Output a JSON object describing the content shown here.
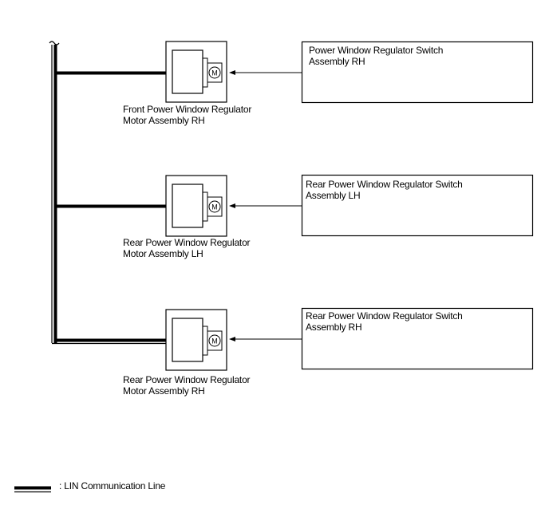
{
  "motors": [
    {
      "label_line1": "Front Power Window Regulator",
      "label_line2": "Motor Assembly RH",
      "symbol": "M"
    },
    {
      "label_line1": "Rear Power Window Regulator",
      "label_line2": "Motor Assembly LH",
      "symbol": "M"
    },
    {
      "label_line1": "Rear Power Window Regulator",
      "label_line2": "Motor Assembly RH",
      "symbol": "M"
    }
  ],
  "switches": [
    {
      "label_line1": "Power Window Regulator Switch",
      "label_line2": "Assembly RH"
    },
    {
      "label_line1": "Rear Power Window Regulator Switch",
      "label_line2": "Assembly LH"
    },
    {
      "label_line1": "Rear Power Window Regulator Switch",
      "label_line2": "Assembly RH"
    }
  ],
  "legend": {
    "text": ": LIN Communication Line",
    "icon": "lin-line-icon"
  }
}
